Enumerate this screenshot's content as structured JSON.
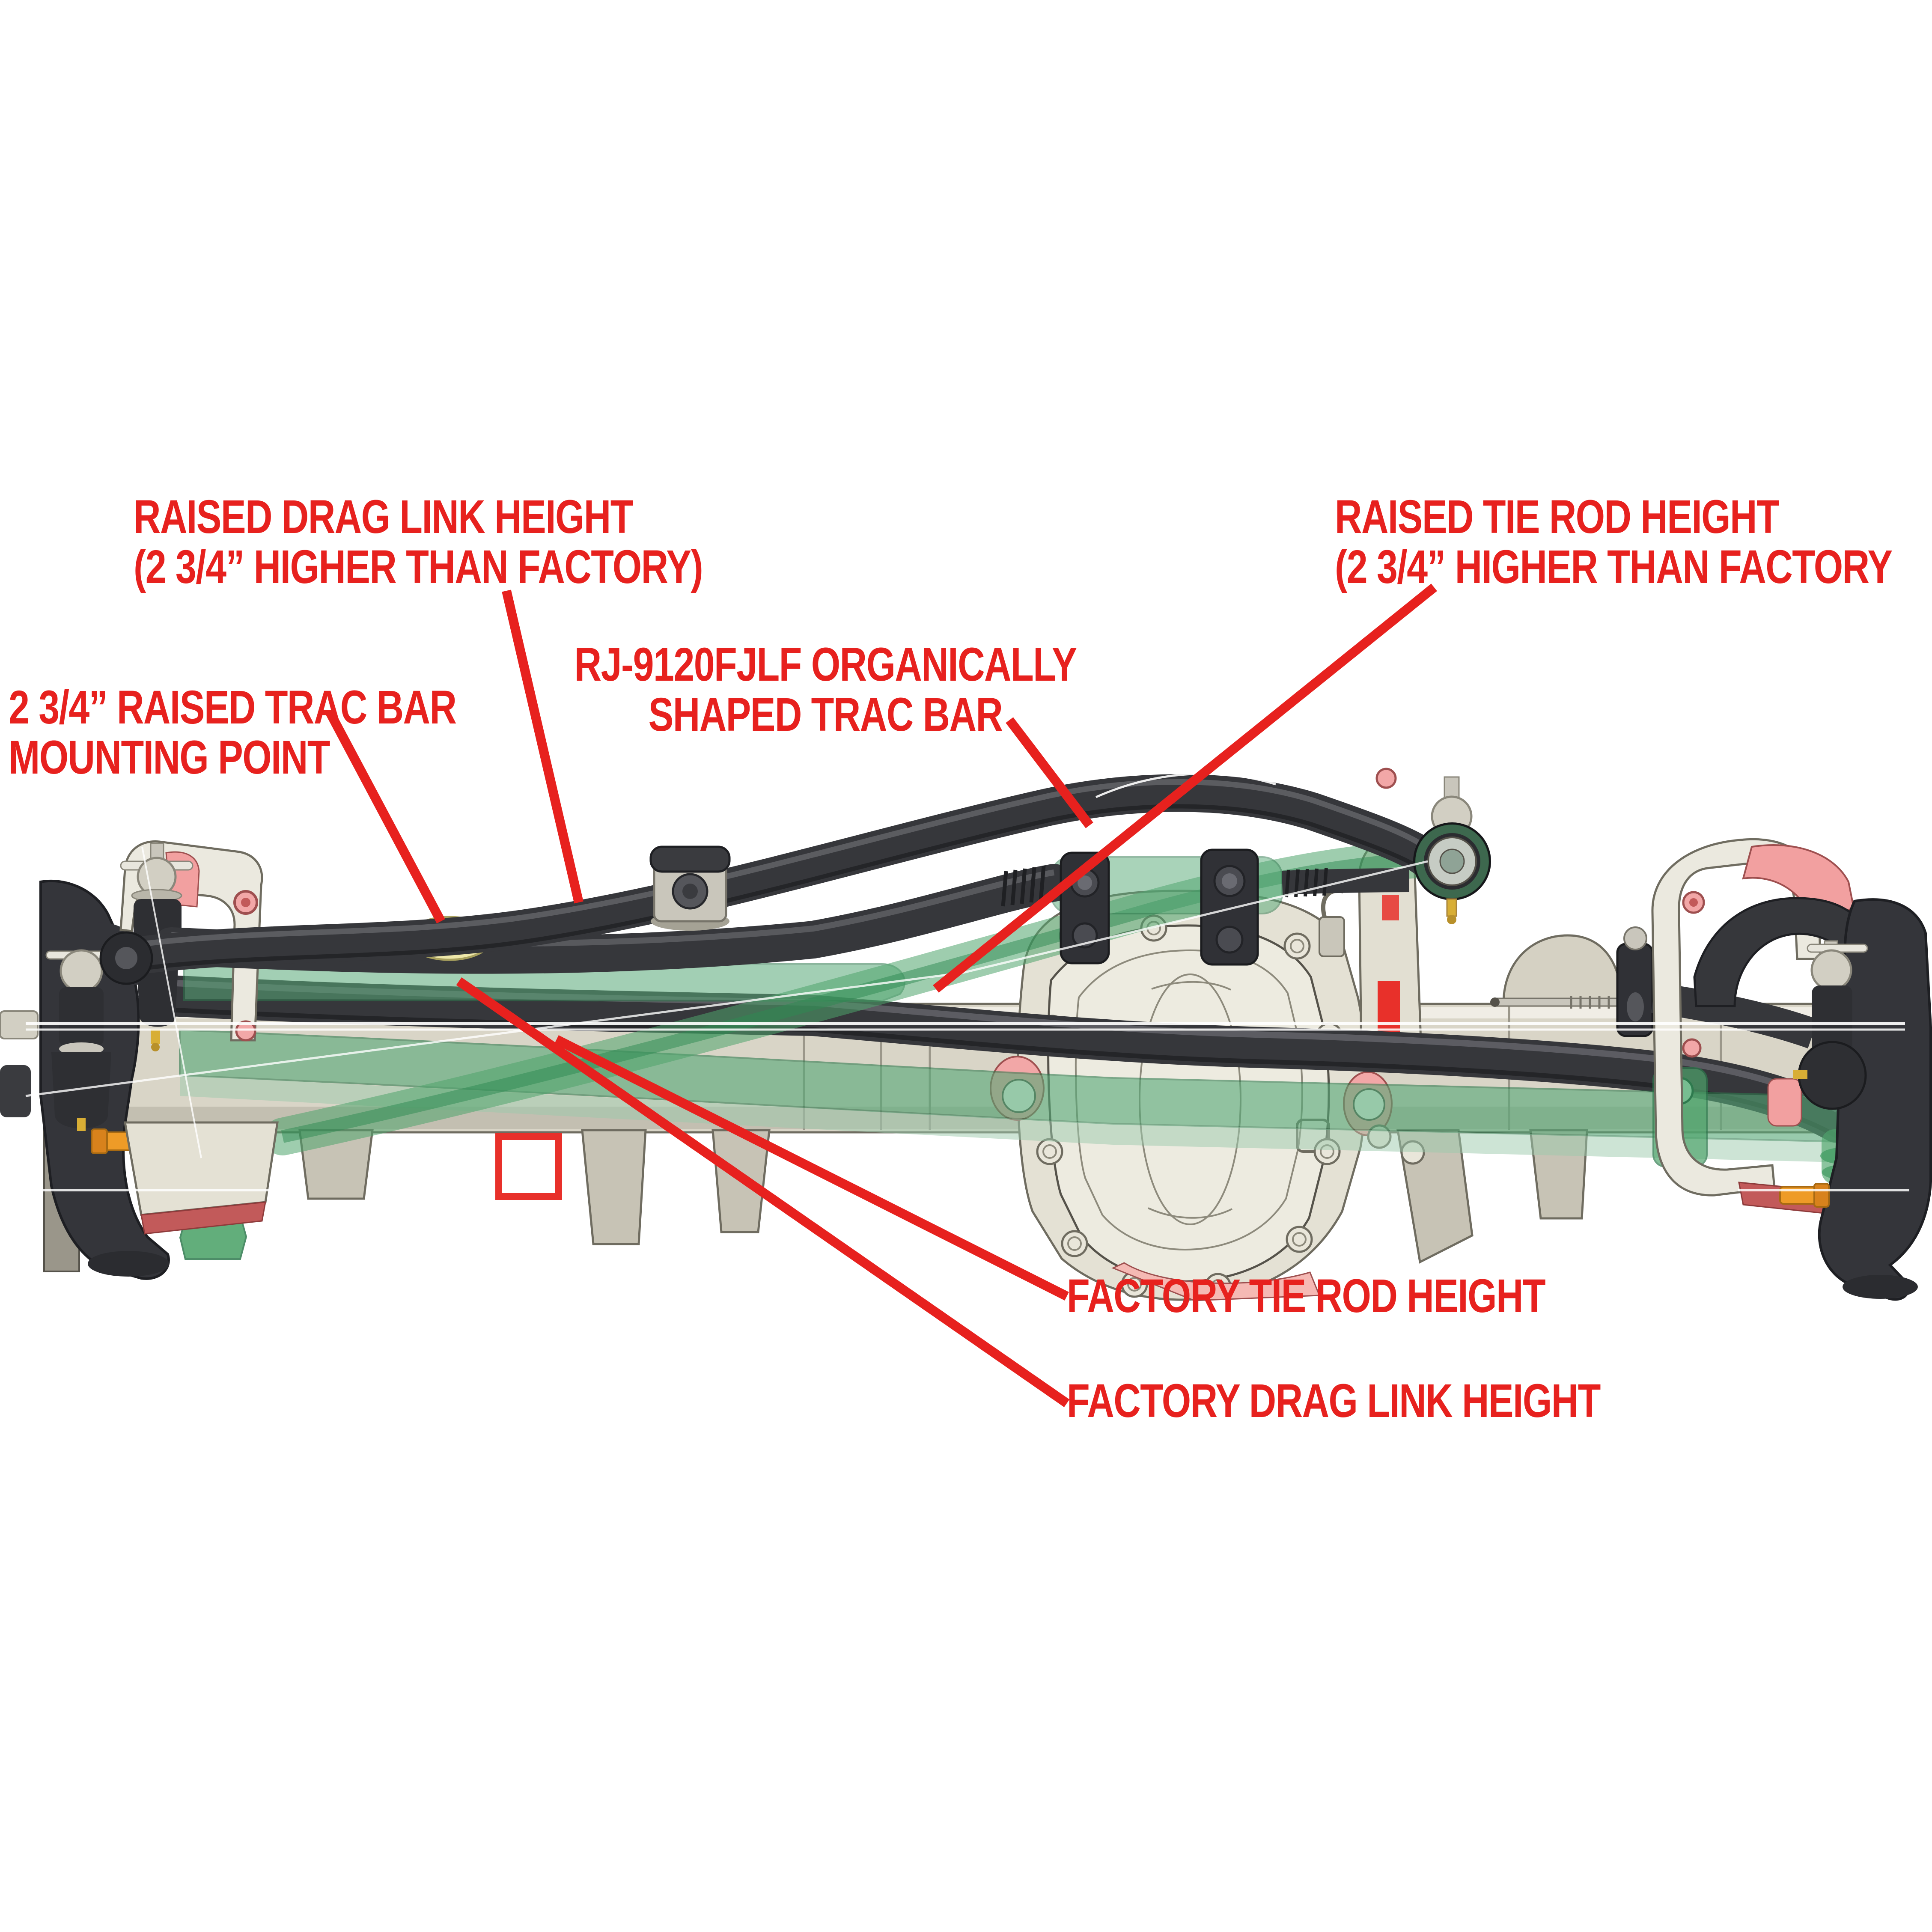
{
  "figure": {
    "type": "product-callout-diagram",
    "subject": "Front axle steering and trac bar height comparison illustration",
    "product_code": "RJ-9120FJLF",
    "background": "#FFFFFF"
  },
  "palette": {
    "callout_red": "#E7211E",
    "leader_line_red": "#E7211E",
    "overlay_green": "#3F9F5E",
    "overlay_green_pale": "#9CC9AC",
    "housing_beige": "#DDD9CB",
    "cover_beige": "#EDEBE0",
    "bar_black": "#36373B",
    "bushing_yellow": "#EFE8AA",
    "bolt_orange": "#EE9B27",
    "pad_pink": "#F2A7A7",
    "accent_dark_red": "#C25A5A",
    "hairline_white": "#FFFFFF"
  },
  "callouts": {
    "raised_drag_link": {
      "line1": "RAISED DRAG LINK HEIGHT",
      "line2": "(2 3/4” HIGHER THAN FACTORY)"
    },
    "raised_tie_rod": {
      "line1": "RAISED TIE ROD HEIGHT",
      "line2": "(2 3/4” HIGHER THAN FACTORY"
    },
    "trac_bar_mount": {
      "line1": "2 3/4” RAISED TRAC BAR",
      "line2": "MOUNTING POINT"
    },
    "organic_trac_bar": {
      "line1": "RJ-9120FJLF ORGANICALLY",
      "line2": "SHAPED TRAC BAR"
    },
    "factory_tie_rod": {
      "line1": "FACTORY TIE ROD HEIGHT"
    },
    "factory_drag_link": {
      "line1": "FACTORY DRAG LINK HEIGHT"
    }
  }
}
